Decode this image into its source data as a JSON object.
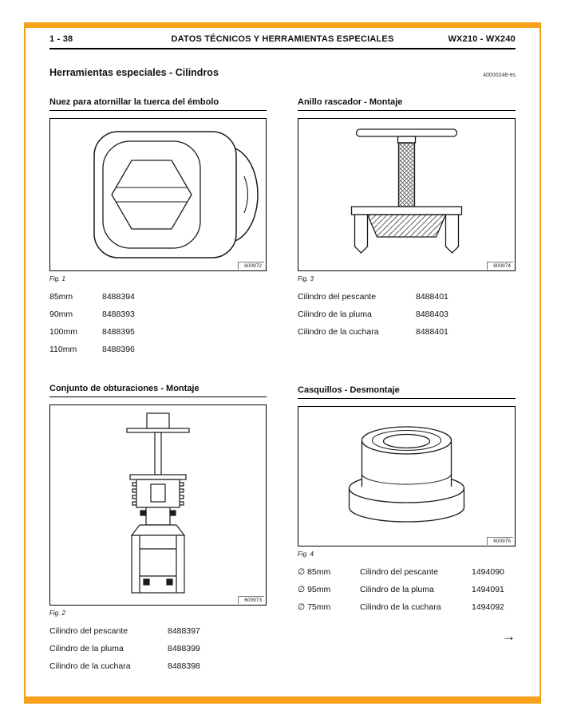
{
  "colors": {
    "frame": "#F7A11A"
  },
  "header": {
    "page_number": "1 - 38",
    "title": "DATOS TÉCNICOS Y HERRAMIENTAS ESPECIALES",
    "model": "WX210 - WX240"
  },
  "page_title": "Herramientas especiales - Cilindros",
  "doc_code": "40000248-es",
  "sections": [
    {
      "title": "Nuez para atornillar la tuerca del émbolo",
      "figure_code": "600972",
      "caption": "Fig. 1",
      "rows": [
        {
          "c1": "85mm",
          "c2": "8488394"
        },
        {
          "c1": "90mm",
          "c2": "8488393"
        },
        {
          "c1": "100mm",
          "c2": "8488395"
        },
        {
          "c1": "110mm",
          "c2": "8488396"
        }
      ]
    },
    {
      "title": "Conjunto de obturaciones - Montaje",
      "figure_code": "600973",
      "caption": "Fig. 2",
      "rows": [
        {
          "c1": "Cilindro del pescante",
          "c2": "8488397"
        },
        {
          "c1": "Cilindro de la pluma",
          "c2": "8488399"
        },
        {
          "c1": "Cilindro de la cuchara",
          "c2": "8488398"
        }
      ]
    },
    {
      "title": "Anillo rascador - Montaje",
      "figure_code": "600974",
      "caption": "Fig. 3",
      "rows": [
        {
          "c1": "Cilindro del pescante",
          "c2": "8488401"
        },
        {
          "c1": "Cilindro de la pluma",
          "c2": "8488403"
        },
        {
          "c1": "Cilindro de la cuchara",
          "c2": "8488401"
        }
      ]
    },
    {
      "title": "Casquillos - Desmontaje",
      "figure_code": "600975",
      "caption": "Fig. 4",
      "rows": [
        {
          "c1": "∅ 85mm",
          "c2": "Cilindro del pescante",
          "c3": "1494090"
        },
        {
          "c1": "∅ 95mm",
          "c2": "Cilindro de la pluma",
          "c3": "1494091"
        },
        {
          "c1": "∅ 75mm",
          "c2": "Cilindro de la cuchara",
          "c3": "1494092"
        }
      ]
    }
  ],
  "nav_arrow": "→"
}
